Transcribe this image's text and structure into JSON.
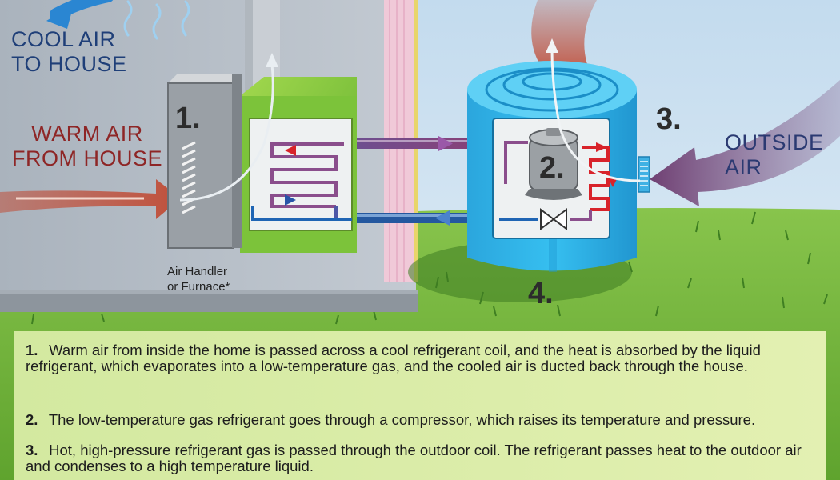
{
  "labels": {
    "cool_air": [
      "COOL AIR",
      "TO HOUSE"
    ],
    "warm_air": [
      "WARM AIR",
      "FROM HOUSE"
    ],
    "outside_air": [
      "OUTSIDE",
      "AIR"
    ],
    "air_handler": [
      "Air Handler",
      "or Furnace*"
    ]
  },
  "numbers": {
    "n1": "1.",
    "n2": "2.",
    "n3": "3.",
    "n4": "4."
  },
  "steps": [
    {
      "num": "1.",
      "text": "Warm air from inside the home is passed across a cool refrigerant coil, and the heat is absorbed by the liquid refrigerant, which evaporates into a low-temperature gas, and the cooled air is ducted back through the house."
    },
    {
      "num": "2.",
      "text": "The low-temperature gas refrigerant goes through a compressor, which raises its temperature and pressure."
    },
    {
      "num": "3.",
      "text": "Hot, high-pressure refrigerant gas is passed through the outdoor coil. The refrigerant passes heat to the outdoor air and condenses to a high temperature liquid."
    }
  ],
  "colors": {
    "sky": "#cfe3f1",
    "grass": "#72b43c",
    "house_wall": "#b4bcc5",
    "outdoor_unit": "#29b0e6",
    "coil_housing": "#8ccf3c",
    "warm_arrow": "#c0503b",
    "cool_arrow": "#2a86d2",
    "outside_arrow": "#7d4d7c",
    "refrigerant_hot": "#d8232a",
    "refrigerant_cool": "#1f65b4",
    "text_panel": "#dcedaa"
  },
  "icons": [
    "air-handler-vent-icon",
    "compressor-icon",
    "expansion-valve-icon",
    "refrigerant-flow-arrow-icon",
    "fan-icon"
  ]
}
